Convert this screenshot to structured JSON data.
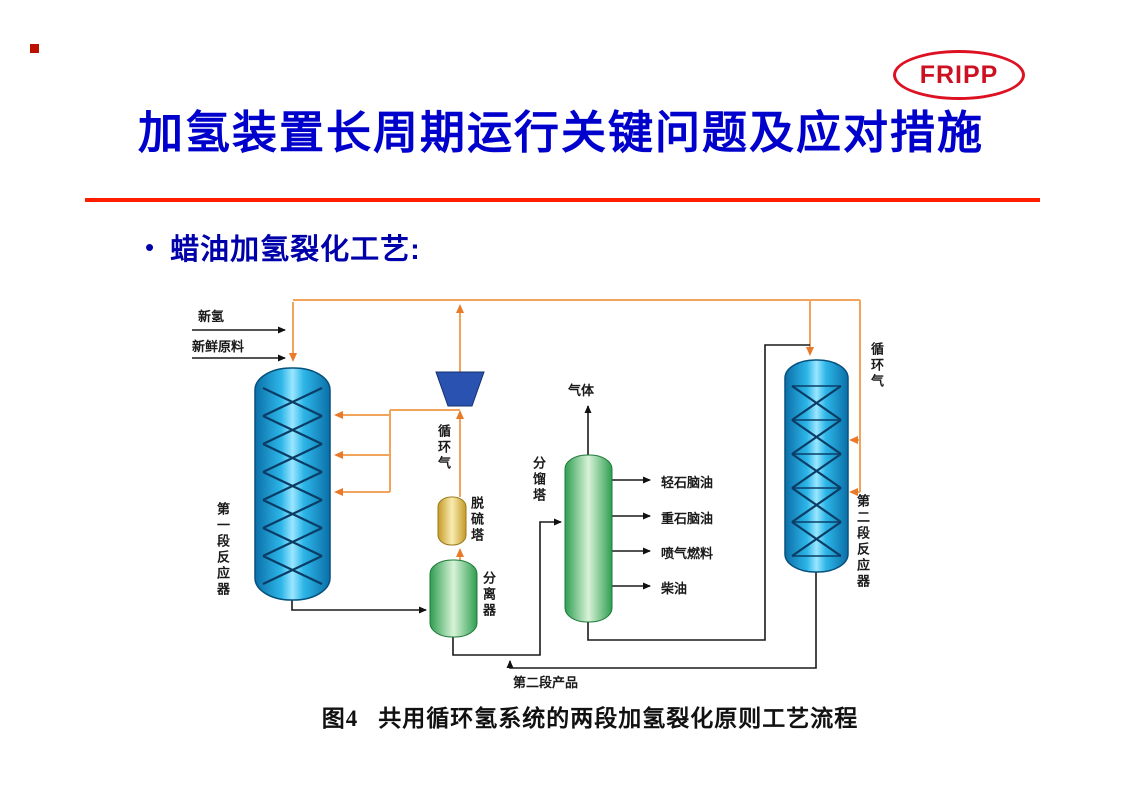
{
  "logo": {
    "text": "FRIPP"
  },
  "title": "加氢装置长周期运行关键问题及应对措施",
  "bullet": {
    "marker": "•",
    "text": "蜡油加氢裂化工艺:"
  },
  "figure": {
    "caption_prefix": "图4",
    "caption_text": "共用循环氢系统的两段加氢裂化原则工艺流程",
    "labels": {
      "fresh_hydrogen": "新氢",
      "fresh_feed": "新鲜原料",
      "reactor1": "第一段反应器",
      "recycle_gas_left": "循环气",
      "desulfurizer_tower": "脱硫塔",
      "separator": "分离器",
      "fractionator": "分馏塔",
      "gas": "气体",
      "light_naphtha": "轻石脑油",
      "heavy_naphtha": "重石脑油",
      "jet_fuel": "喷气燃料",
      "diesel": "柴油",
      "second_stage_product": "第二段产品",
      "reactor2": "第二段反应器",
      "recycle_gas_right": "循环气"
    }
  },
  "colors": {
    "title_blue": "#0000cc",
    "divider_red": "#ff1f00",
    "logo_red": "#cc1122",
    "bullet_blue": "#0000aa",
    "gas_line_orange": "#f2a45c",
    "process_line_black": "#1a1a1a",
    "reactor_blue": "#2db6e8",
    "vessel_green": "#2f9e50",
    "desulfurizer_yellow": "#e8c96a",
    "compressor_blue": "#2a52b0"
  }
}
